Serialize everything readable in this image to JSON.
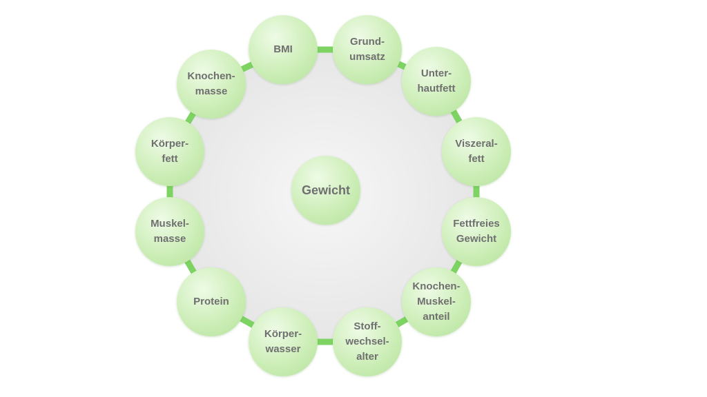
{
  "center": {
    "label": "Gewicht"
  },
  "nodes": [
    {
      "label": "BMI"
    },
    {
      "label": "Grund-\numsatz"
    },
    {
      "label": "Unter-\nhautfett"
    },
    {
      "label": "Viszeral-\nfett"
    },
    {
      "label": "Fettfreies\nGewicht"
    },
    {
      "label": "Knochen-\nMuskel-\nanteil"
    },
    {
      "label": "Stoff-\nwechsel-\nalter"
    },
    {
      "label": "Körper-\nwasser"
    },
    {
      "label": "Protein"
    },
    {
      "label": "Muskel-\nmasse"
    },
    {
      "label": "Körper-\nfett"
    },
    {
      "label": "Knochen-\nmasse"
    }
  ],
  "colors": {
    "ring": "#7ed462",
    "disk": "#eeeeee",
    "text": "#6f6f6f"
  }
}
